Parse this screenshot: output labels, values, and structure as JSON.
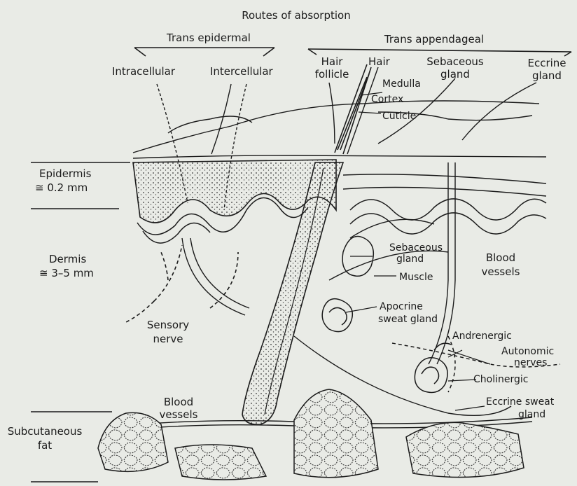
{
  "title": "Routes of absorption",
  "routes": {
    "trans_epidermal": "Trans epidermal",
    "intracellular": "Intracellular",
    "intercellular": "Intercellular",
    "trans_appendageal": "Trans appendageal",
    "hair_follicle_line1": "Hair",
    "hair_follicle_line2": "follicle",
    "hair": "Hair",
    "sebaceous_line1": "Sebaceous",
    "sebaceous_line2": "gland",
    "eccrine_line1": "Eccrine",
    "eccrine_line2": "gland"
  },
  "hair_parts": {
    "medulla": "Medulla",
    "cortex": "Cortex",
    "cuticle": "Cuticle"
  },
  "layers": {
    "epidermis": "Epidermis",
    "epidermis_thickness": "≅ 0.2 mm",
    "dermis": "Dermis",
    "dermis_thickness": "≅ 3–5 mm",
    "subcutaneous_line1": "Subcutaneous",
    "subcutaneous_line2": "fat"
  },
  "structures": {
    "sebaceous_gland_line1": "Sebaceous",
    "sebaceous_gland_line2": "gland",
    "blood_vessels_right_line1": "Blood",
    "blood_vessels_right_line2": "vessels",
    "muscle": "Muscle",
    "apocrine_line1": "Apocrine",
    "apocrine_line2": "sweat gland",
    "andrenergic": "Andrenergic",
    "autonomic_line1": "Autonomic",
    "autonomic_line2": "nerves",
    "cholinergic": "Cholinergic",
    "eccrine_sweat_line1": "Eccrine sweat",
    "eccrine_sweat_line2": "gland",
    "sensory_line1": "Sensory",
    "sensory_line2": "nerve",
    "blood_vessels_bottom_line1": "Blood",
    "blood_vessels_bottom_line2": "vessels"
  },
  "colors": {
    "background": "#e9ebe6",
    "ink": "#1b1b1b"
  }
}
